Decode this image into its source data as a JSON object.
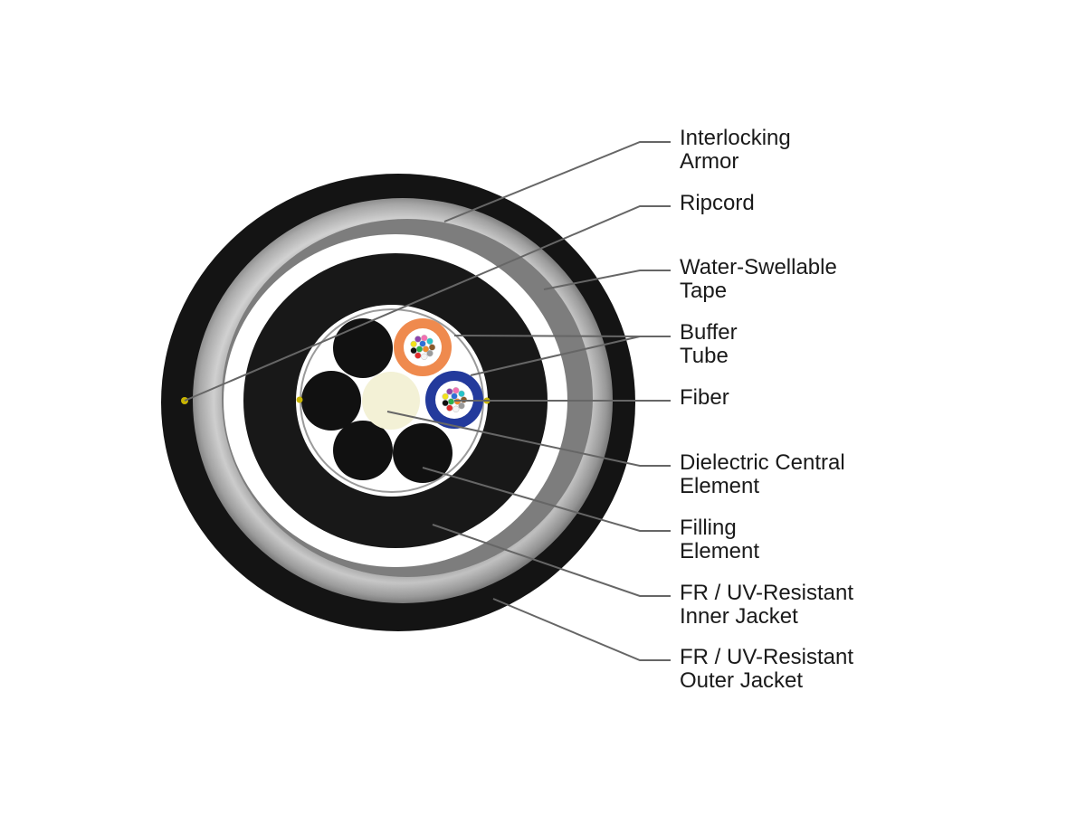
{
  "labels": [
    {
      "id": "interlocking-armor",
      "lines": [
        "Interlocking",
        "Armor"
      ]
    },
    {
      "id": "ripcord",
      "lines": [
        "Ripcord"
      ]
    },
    {
      "id": "water-swellable-tape",
      "lines": [
        "Water-Swellable",
        "Tape"
      ]
    },
    {
      "id": "buffer-tube",
      "lines": [
        "Buffer",
        "Tube"
      ]
    },
    {
      "id": "fiber",
      "lines": [
        "Fiber"
      ]
    },
    {
      "id": "dielectric-central-element",
      "lines": [
        "Dielectric Central",
        "Element"
      ]
    },
    {
      "id": "filling-element",
      "lines": [
        "Filling",
        "Element"
      ]
    },
    {
      "id": "inner-jacket",
      "lines": [
        "FR / UV-Resistant",
        "Inner Jacket"
      ]
    },
    {
      "id": "outer-jacket",
      "lines": [
        "FR / UV-Resistant",
        "Outer Jacket"
      ]
    }
  ],
  "colors": {
    "outer_jacket": "#161616",
    "armor": "#a9a9a9",
    "tape": "#ffffff",
    "inner_jacket": "#181818",
    "central_element": "#f3f1d6",
    "filling_element": "#111111",
    "orange_tube": "#ef8a4e",
    "blue_tube": "#233a9c",
    "ripcord": "#c8b400",
    "leader": "#666666"
  },
  "fiber_colors": [
    "#2e6fd8",
    "#f08a2a",
    "#2bb24c",
    "#8a5a2b",
    "#9a9a9a",
    "#f4f4f4",
    "#e32b2b",
    "#111111",
    "#f2e11c",
    "#8e44ad",
    "#f36fb2",
    "#27c3c9"
  ]
}
